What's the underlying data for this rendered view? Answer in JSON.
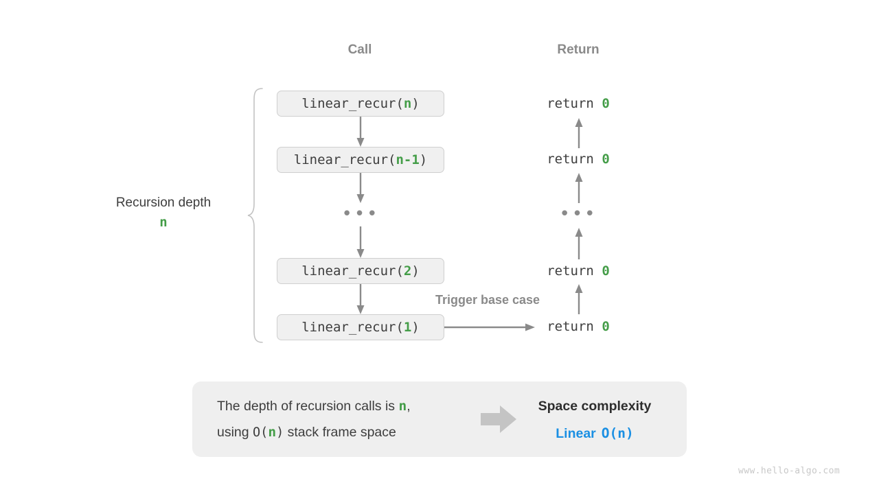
{
  "diagram": {
    "columns": {
      "call_header": "Call",
      "return_header": "Return"
    },
    "depth_label": {
      "title": "Recursion depth",
      "value": "n"
    },
    "call_stack": [
      {
        "prefix": "linear_recur(",
        "arg": "n",
        "suffix": ")"
      },
      {
        "prefix": "linear_recur(",
        "arg": "n-1",
        "suffix": ")"
      },
      {
        "ellipsis": "•••"
      },
      {
        "prefix": "linear_recur(",
        "arg": "2",
        "suffix": ")"
      },
      {
        "prefix": "linear_recur(",
        "arg": "1",
        "suffix": ")"
      }
    ],
    "returns": [
      {
        "text": "return ",
        "value": "0"
      },
      {
        "text": "return ",
        "value": "0"
      },
      {
        "ellipsis": "•••"
      },
      {
        "text": "return ",
        "value": "0"
      },
      {
        "text": "return ",
        "value": "0"
      }
    ],
    "trigger_note": "Trigger base case",
    "summary": {
      "line1_a": "The depth of recursion calls is ",
      "line1_hl": "n",
      "line1_b": ",",
      "line2_a": "using ",
      "line2_mono_open": "O(",
      "line2_hl": "n",
      "line2_mono_close": ")",
      "line2_b": " stack frame space",
      "complexity_title": "Space complexity",
      "complexity_word": "Linear",
      "complexity_expr": "O(n)"
    },
    "watermark": "www.hello-algo.com",
    "colors": {
      "accent_green": "#449d48",
      "accent_blue": "#1a8fe3",
      "arrow_gray": "#8a8a8a",
      "box_fill": "#f0f0f0",
      "box_border": "#cfcfcf",
      "panel_fill": "#efefef",
      "text_dark": "#3d3d3d",
      "text_muted": "#8a8a8a",
      "watermark_gray": "#c8c8c8"
    }
  }
}
